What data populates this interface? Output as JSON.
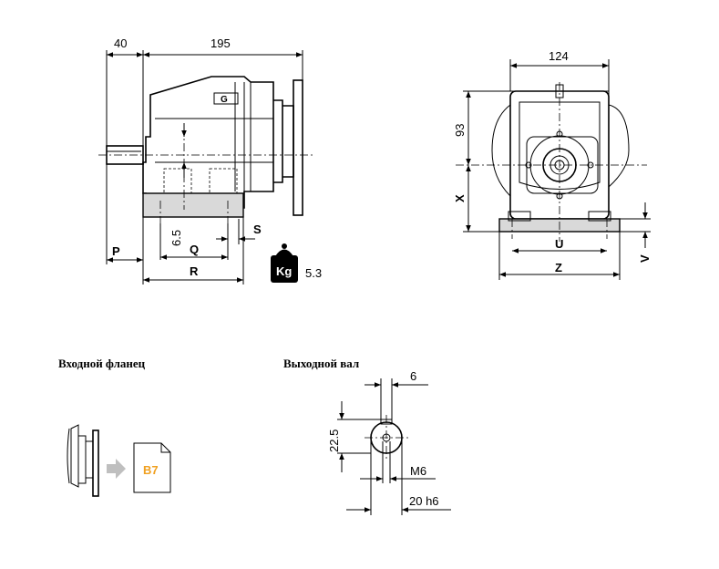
{
  "side_view": {
    "dims": {
      "d40": "40",
      "d195": "195",
      "d6_5": "6.5",
      "p": "P",
      "q": "Q",
      "r": "R",
      "s": "S"
    },
    "weight": {
      "badge": "Kg",
      "value": "5.3"
    }
  },
  "front_view": {
    "dims": {
      "d124": "124",
      "d93": "93",
      "x": "X",
      "u": "U",
      "z": "Z",
      "v": "V"
    }
  },
  "input_flange": {
    "title": "Входной фланец",
    "doc_code": "B7",
    "colors": {
      "doc_code": "#f0a020",
      "arrow": "#bfbfbf"
    }
  },
  "output_shaft": {
    "title": "Выходной вал",
    "dims": {
      "d6": "6",
      "d22_5": "22.5",
      "m6": "M6",
      "d20h6": "20 h6"
    }
  },
  "colors": {
    "base_fill": "#d9d9d9",
    "line": "#000000"
  }
}
